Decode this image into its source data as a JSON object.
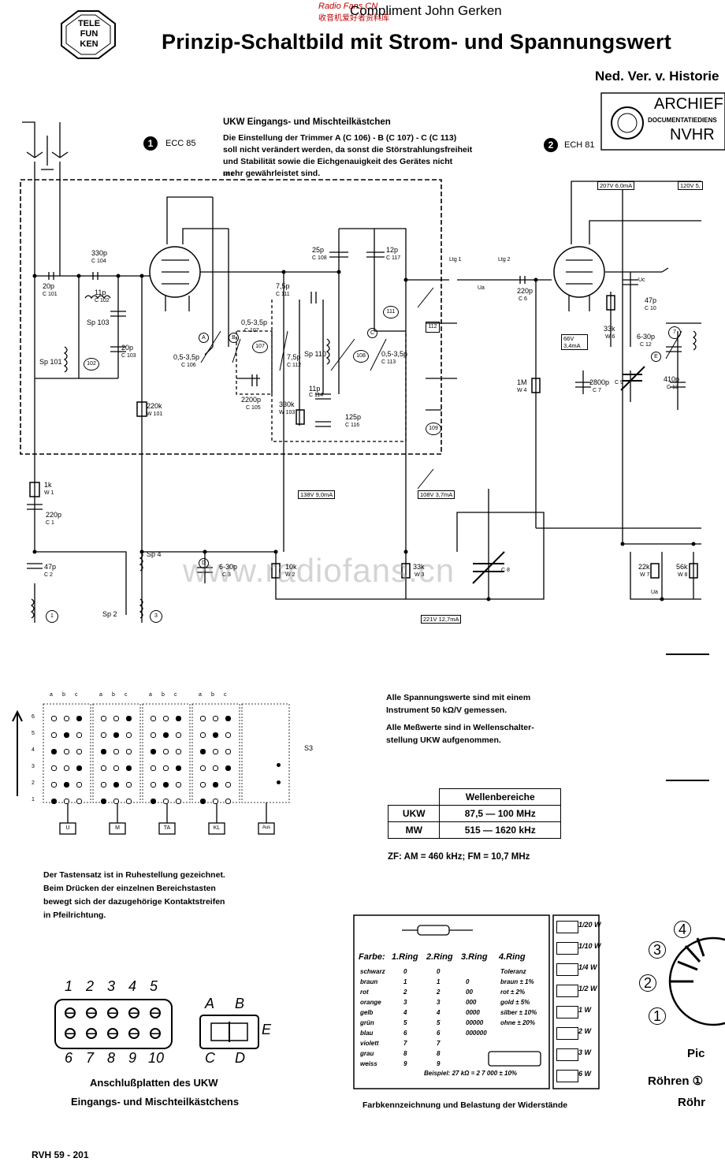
{
  "header": {
    "watermark_top": "Radio Fans.CN",
    "watermark_top_cn": "收音机爱好者资料库",
    "compliment": "Compliment John Gerken",
    "title": "Prinzip-Schaltbild mit Strom- und Spannungswert",
    "subtitle": "Ned. Ver. v. Historie",
    "logo_lines": [
      "TELE",
      "FUN",
      "KEN"
    ],
    "stamp_line1": "ARCHIEF",
    "stamp_line2": "DOCUMENTATIEDIENS",
    "stamp_line3": "NVHR"
  },
  "schematic": {
    "box_heading": "UKW Eingangs- und Mischteilkästchen",
    "box_note": [
      "Die Einstellung der Trimmer A (C 106) - B (C 107) - C (C 113)",
      "soll nicht verändert werden, da sonst die Störstrahlungsfreiheit",
      "und Stabilität sowie die Eichgenauigkeit des Gerätes nicht",
      "mehr gewährleistet sind."
    ],
    "tube1_num": "1",
    "tube1_name": "ECC 85",
    "tube2_num": "2",
    "tube2_name": "ECH 81",
    "box_label": "Mt 1",
    "watermark": "www.radiofans.cn",
    "voltages": {
      "v207": "207V 6,0mA",
      "v120": "120V 5,",
      "v66": "66V 3,4mA",
      "v138": "138V 9,0mA",
      "v108": "108V 3,7mA",
      "v221": "221V 12,7mA"
    },
    "components": {
      "c101": "20p",
      "c101n": "C 101",
      "c104": "330p",
      "c104n": "C 104",
      "c102": "11p",
      "c102n": "C 102",
      "sp103": "Sp 103",
      "c103": "20p",
      "c103n": "C 103",
      "sp101": "Sp 101",
      "t102": "102",
      "c106": "0,5-3,5p",
      "c106n": "C 106",
      "w101": "220k",
      "w101n": "W 101",
      "c108": "25p",
      "c108n": "C 108",
      "c117": "12p",
      "c117n": "C 117",
      "c111": "7,5p",
      "c111n": "C 111",
      "c107": "0,5-3,5p",
      "c107n": "C 107",
      "t107": "107",
      "c112": "7,5p",
      "c112n": "C 112",
      "sp110": "Sp 110",
      "t108": "108",
      "c113": "0,5-3,5p",
      "c113n": "C 113",
      "t111": "111",
      "t112": "112",
      "t109": "109",
      "c105": "2200p",
      "c105n": "C 105",
      "w103": "330k",
      "w103n": "W 103",
      "c114": "11p",
      "c114n": "C 114",
      "c116": "125p",
      "c116n": "C 116",
      "ltg1": "Ltg 1",
      "ltg2": "Ltg 2",
      "c6": "220p",
      "c6n": "C 6",
      "w4": "1M",
      "w4n": "W 4",
      "w6": "33k",
      "w6n": "W 6",
      "c10": "47p",
      "c10n": "C 10",
      "c12": "6-30p",
      "c12n": "C 12",
      "t7": "7",
      "c7": "2800p",
      "c7n": "C 7",
      "c9": "C 9",
      "c13": "410p",
      "c13n": "C 13",
      "w1": "1k",
      "w1n": "W 1",
      "c1": "220p",
      "c1n": "C 1",
      "c2": "47p",
      "c2n": "C 2",
      "t1": "1",
      "sp2": "Sp 2",
      "sp4": "Sp 4",
      "t3": "3",
      "c3": "6-30p",
      "c3n": "C 3",
      "w2": "10k",
      "w2n": "W 2",
      "w3": "33k",
      "w3n": "W 3",
      "c8": "C 8",
      "w7": "22k",
      "w7n": "W 7",
      "w8": "56k",
      "w8n": "W 8",
      "ua": "Ua",
      "uc": "Uc"
    },
    "trimmer_marks": [
      "A",
      "B",
      "C",
      "D",
      "E"
    ]
  },
  "switch_panel": {
    "cols": [
      "a",
      "b",
      "c"
    ],
    "rows": [
      "6",
      "5",
      "4",
      "3",
      "2",
      "1"
    ],
    "label": "S3",
    "buttons": [
      "U",
      "M",
      "TA",
      "KL",
      "Aus"
    ],
    "note": [
      "Der Tastensatz ist in Ruhestellung gezeichnet.",
      "Beim Drücken der einzelnen Bereichstasten",
      "bewegt sich der dazugehörige Kontaktstreifen",
      "in Pfeilrichtung."
    ]
  },
  "measurement_note": [
    "Alle Spannungswerte sind mit einem",
    "Instrument 50 kΩ/V gemessen.",
    "Alle Meßwerte sind in Wellenschalter-",
    "stellung UKW aufgenommen."
  ],
  "wave_table": {
    "header": "Wellenbereiche",
    "rows": [
      {
        "band": "UKW",
        "range": "87,5 — 100 MHz"
      },
      {
        "band": "MW",
        "range": "515 — 1620 kHz"
      }
    ],
    "zf": "ZF: AM = 460 kHz; FM = 10,7 MHz"
  },
  "connector": {
    "top_nums": [
      "1",
      "2",
      "3",
      "4",
      "5"
    ],
    "bottom_nums": [
      "6",
      "7",
      "8",
      "9",
      "10"
    ],
    "abcde_top": [
      "A",
      "B"
    ],
    "abcde_bottom": [
      "C",
      "D"
    ],
    "e_label": "E",
    "caption1": "Anschlußplatten des UKW",
    "caption2": "Eingangs- und Mischteilkästchens"
  },
  "color_code": {
    "headers": [
      "Farbe:",
      "1.Ring",
      "2.Ring",
      "3.Ring",
      "4.Ring"
    ],
    "rows": [
      [
        "schwarz",
        "0",
        "0",
        "",
        "Toleranz"
      ],
      [
        "braun",
        "1",
        "1",
        "0",
        "braun ± 1%"
      ],
      [
        "rot",
        "2",
        "2",
        "00",
        "rot ± 2%"
      ],
      [
        "orange",
        "3",
        "3",
        "000",
        "gold ± 5%"
      ],
      [
        "gelb",
        "4",
        "4",
        "0000",
        "silber ± 10%"
      ],
      [
        "grün",
        "5",
        "5",
        "00000",
        "ohne ± 20%"
      ],
      [
        "blau",
        "6",
        "6",
        "000000",
        ""
      ],
      [
        "violett",
        "7",
        "7",
        "",
        ""
      ],
      [
        "grau",
        "8",
        "8",
        "",
        ""
      ],
      [
        "weiss",
        "9",
        "9",
        "",
        ""
      ]
    ],
    "example": "Beispiel: 27 kΩ = 2 7 000 ± 10%",
    "caption": "Farbkennzeichnung und Belastung der Widerstände",
    "loads": [
      "1/20 W",
      "1/10 W",
      "1/4 W",
      "1/2 W",
      "1 W",
      "2 W",
      "3 W",
      "6 W"
    ]
  },
  "tube_base": {
    "pins": [
      "4",
      "3",
      "2",
      "1"
    ],
    "caption1": "Pic",
    "caption2": "Röhren ①",
    "caption3": "Röhr"
  },
  "footer": {
    "code": "RVH 59 - 201"
  }
}
